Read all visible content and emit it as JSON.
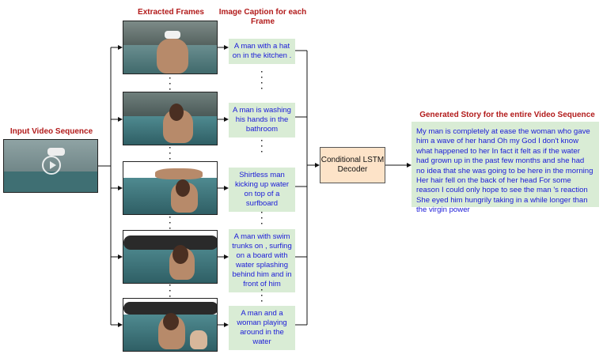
{
  "headers": {
    "extracted_frames": "Extracted Frames",
    "image_caption": "Image Caption for each Frame",
    "input_video": "Input Video Sequence",
    "generated_story": "Generated Story for the entire Video Sequence"
  },
  "captions": [
    "A man with a hat on in the kitchen .",
    "A man is washing his hands in the bathroom",
    "Shirtless man kicking up water on top of a surfboard",
    "A man with swim trunks on , surfing on a board with water splashing behind him and in front of him",
    "A man and a woman playing around in the water"
  ],
  "decoder": {
    "label": "Conditional LSTM Decoder"
  },
  "story": "My man is completely at ease the woman who gave him a wave of her hand Oh my God I don't know what happened to her In fact it felt as if the water had grown up in the past few months and she had no idea that she was going to be here in the morning Her hair fell on the back of her head For some reason I could only hope to see the man 's reaction She eyed him hungrily taking in a while longer than the virgin power",
  "colors": {
    "header_red": "#b21b1b",
    "caption_bg": "#d9ecd5",
    "caption_text": "#1a1ad8",
    "decoder_bg": "#fde3c8"
  }
}
